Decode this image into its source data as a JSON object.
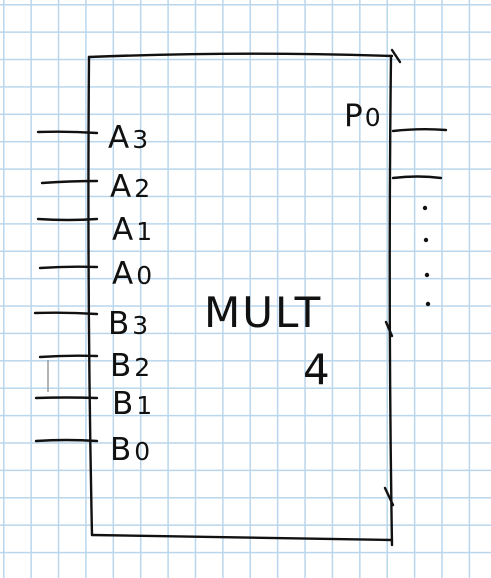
{
  "block": {
    "name": "MULT",
    "size": "4"
  },
  "inputs": [
    {
      "letter": "A",
      "index": "3"
    },
    {
      "letter": "A",
      "index": "2"
    },
    {
      "letter": "A",
      "index": "1"
    },
    {
      "letter": "A",
      "index": "0"
    },
    {
      "letter": "B",
      "index": "3"
    },
    {
      "letter": "B",
      "index": "2"
    },
    {
      "letter": "B",
      "index": "1"
    },
    {
      "letter": "B",
      "index": "0"
    }
  ],
  "outputs": [
    {
      "letter": "P",
      "index": "0"
    }
  ],
  "colors": {
    "ink": "#111111",
    "grid": "#b9d6ec",
    "paper": "#ffffff"
  }
}
